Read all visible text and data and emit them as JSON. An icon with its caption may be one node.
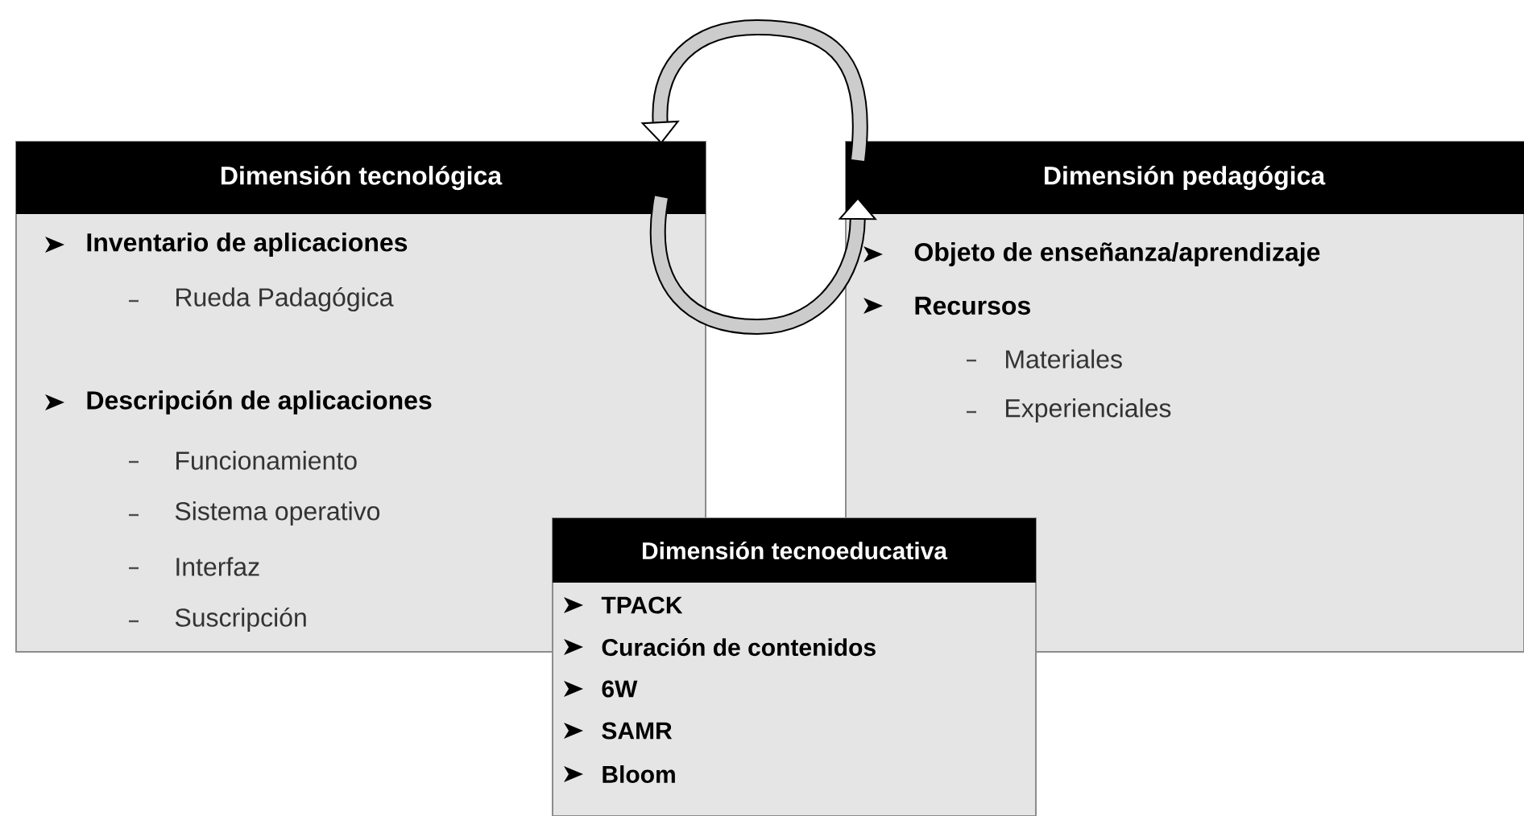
{
  "diagram": {
    "nodes": [
      {
        "text": [
          "Dimensión tecnológica",
          "Inventario de aplicaciones",
          "Rueda Padagógica",
          "Descripción de aplicaciones",
          "Funcionamiento",
          "Sistema operativo",
          "Interfaz",
          "Suscripción"
        ]
      },
      {
        "text": [
          "Dimensión pedagógica",
          "Objeto de enseñanza/aprendizaje",
          "Recursos",
          "Materiales",
          "Experienciales"
        ]
      },
      {
        "text": [
          "Dimensión tecnoeducativa",
          "TPACK",
          "Curación de contenidos",
          "6W",
          "SAMR",
          "Bloom"
        ]
      }
    ],
    "edges": [
      {
        "from": 1,
        "to": 0,
        "arrow": "to"
      },
      {
        "from": 0,
        "to": 1,
        "arrow": "to"
      }
    ]
  }
}
